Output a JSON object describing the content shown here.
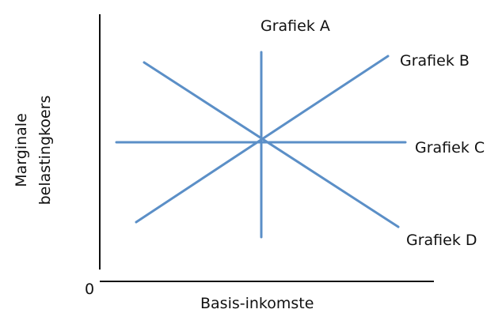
{
  "chart_data": {
    "type": "line",
    "title": "",
    "xlabel": "Basis-inkomste",
    "ylabel": [
      "Marginale",
      "belastingkoers"
    ],
    "origin_label": "0",
    "line_color": "#5b8fc7",
    "series": [
      {
        "name": "Grafiek A",
        "shape": "vertical"
      },
      {
        "name": "Grafiek B",
        "shape": "rising"
      },
      {
        "name": "Grafiek C",
        "shape": "horizontal"
      },
      {
        "name": "Grafiek D",
        "shape": "falling"
      }
    ]
  }
}
